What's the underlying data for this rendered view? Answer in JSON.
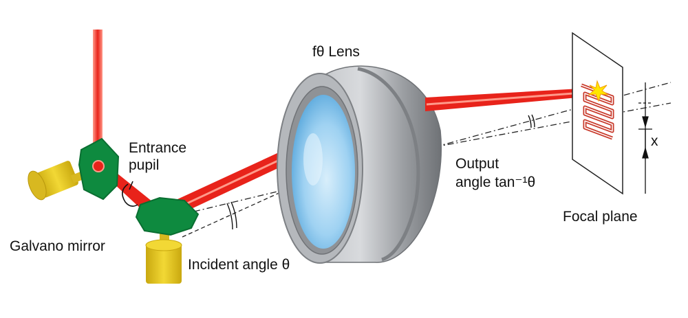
{
  "labels": {
    "lens": "fθ Lens",
    "entrance_line1": "Entrance",
    "entrance_line2": "pupil",
    "galvano": "Galvano mirror",
    "incident": "Incident angle θ",
    "output_line1": "Output",
    "output_line2": "angle tan⁻¹θ",
    "focal": "Focal plane",
    "x_marker": "x"
  },
  "colors": {
    "beam": "#e8231a",
    "beam_glow": "#ff9a8a",
    "mirror": "#0e8a3f",
    "motor": "#e3c21b",
    "lens_body": "#9a9da1",
    "lens_glass": "#7fc4ee",
    "pattern": "#c8392a"
  }
}
